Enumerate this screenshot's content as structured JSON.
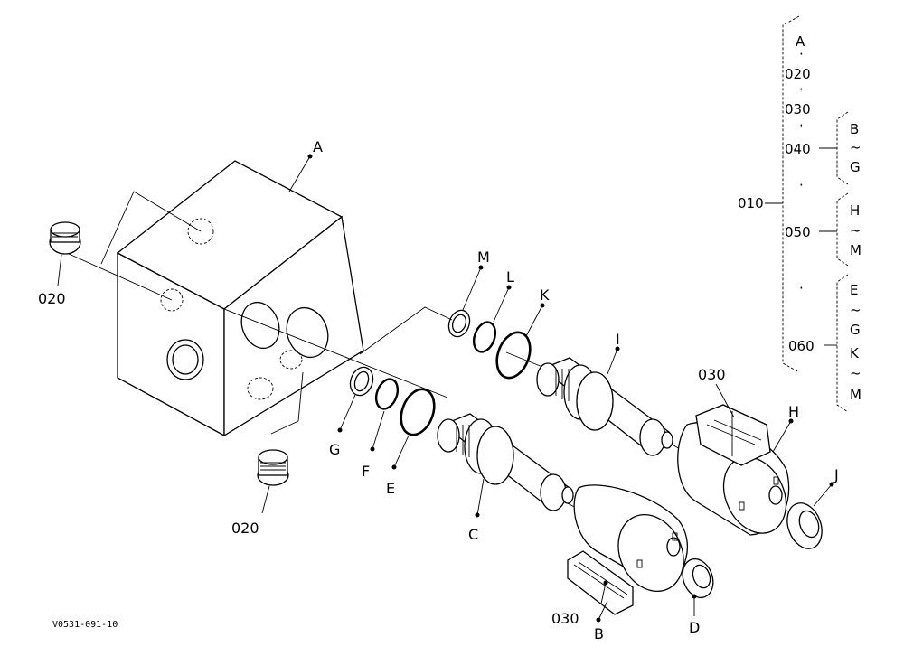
{
  "labels": {
    "A": "A",
    "B": "B",
    "C": "C",
    "D": "D",
    "E": "E",
    "F": "F",
    "G": "G",
    "H": "H",
    "I": "I",
    "J": "J",
    "K": "K",
    "L": "L",
    "M": "M",
    "p020": "020",
    "p030": "030"
  },
  "legend": {
    "top_a": "A",
    "r020": "020",
    "r030": "030",
    "r040": "040",
    "r050": "050",
    "r060": "060",
    "r010": "010",
    "bg_b": "B",
    "bg_tilde": "~",
    "bg_g": "G",
    "hm_h": "H",
    "hm_tilde": "~",
    "hm_m": "M",
    "eg_e": "E",
    "eg_t1": "~",
    "eg_g": "G",
    "eg_k": "K",
    "eg_t2": "~",
    "eg_m": "M",
    "dot": "·"
  },
  "figure_code": "V0531-091-10"
}
